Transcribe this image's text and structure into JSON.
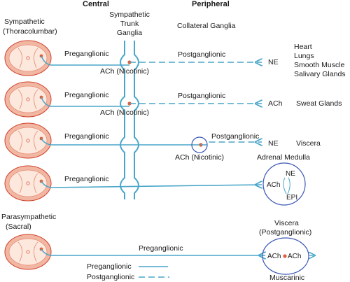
{
  "headers": {
    "central": "Central",
    "peripheral": "Peripheral"
  },
  "top_labels": {
    "sympathetic_line1": "Sympathetic",
    "sympathetic_line2": "(Thoracolumbar)",
    "trunk_line1": "Sympathetic",
    "trunk_line2": "Trunk",
    "trunk_line3": "Ganglia",
    "collateral": "Collateral Ganglia"
  },
  "rows": [
    {
      "pre": "Preganglionic",
      "ganglion": "ACh (Nicotinic)",
      "post": "Postganglionic",
      "transmitter": "NE",
      "targets": [
        "Heart",
        "Lungs",
        "Smooth Muscle",
        "Salivary Glands"
      ]
    },
    {
      "pre": "Preganglionic",
      "ganglion": "ACh (Nicotinic)",
      "post": "Postganglionic",
      "transmitter": "ACh",
      "targets": [
        "Sweat Glands"
      ]
    },
    {
      "pre": "Preganglionic",
      "ganglion": "ACh (Nicotinic)",
      "post": "Postganglionic",
      "transmitter": "NE",
      "targets": [
        "Viscera"
      ],
      "extra": "Adrenal Medulla"
    },
    {
      "pre": "Preganglionic",
      "medulla": {
        "ne": "NE",
        "ach": "ACh",
        "epi": "EPI"
      }
    }
  ],
  "parasympathetic": {
    "line1": "Parasympathetic",
    "line2": "(Sacral)",
    "pre": "Preganglionic",
    "viscera_line1": "Viscera",
    "viscera_line2": "(Postganglionic)",
    "ach_left": "ACh",
    "ach_right": "ACh",
    "receptor": "Muscarinic"
  },
  "legend": {
    "pre": "Preganglionic",
    "post": "Postganglionic"
  },
  "colors": {
    "fiber": "#4aa6c9",
    "cord_outer": "#f2b7a3",
    "cord_inner": "#fde8dd",
    "cord_edge": "#d0432c",
    "dot": "#e0603a",
    "circle": "#3c57b5"
  }
}
